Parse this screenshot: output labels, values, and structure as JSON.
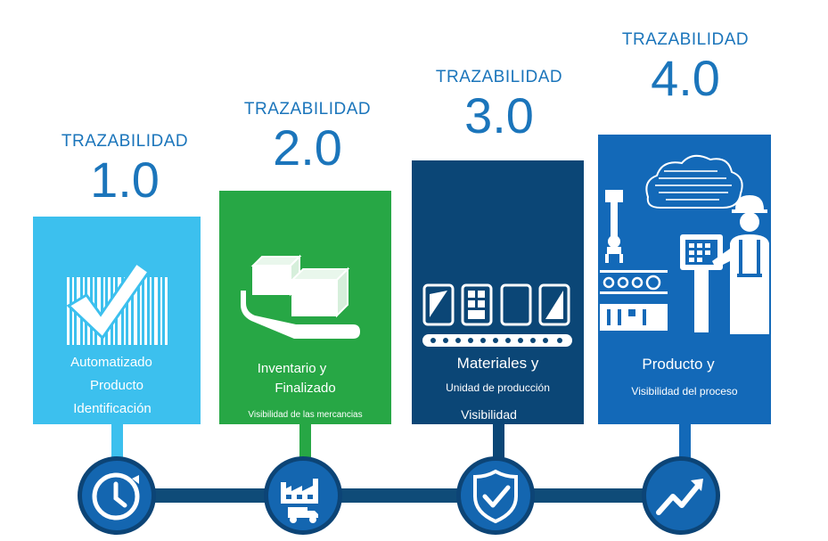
{
  "stages": [
    {
      "kicker": "TRAZABILIDAD",
      "version": "1.0",
      "lines": [
        "Automatizado",
        "Producto",
        "Identificación"
      ],
      "color": "#3cc0ee",
      "icon": "clock-icon"
    },
    {
      "kicker": "TRAZABILIDAD",
      "version": "2.0",
      "lines": [
        "Inventario y",
        "Finalizado",
        "Visibilidad de las mercancias"
      ],
      "color": "#27a745",
      "icon": "factory-truck-icon"
    },
    {
      "kicker": "TRAZABILIDAD",
      "version": "3.0",
      "lines": [
        "Materiales y",
        "Unidad de producción",
        "Visibilidad"
      ],
      "color": "#0b4676",
      "icon": "shield-check-icon"
    },
    {
      "kicker": "TRAZABILIDAD",
      "version": "4.0",
      "lines": [
        "Producto y",
        "Visibilidad del proceso"
      ],
      "color": "#1369b8",
      "icon": "trend-up-icon"
    }
  ],
  "timeline_color": "#0f4b78"
}
